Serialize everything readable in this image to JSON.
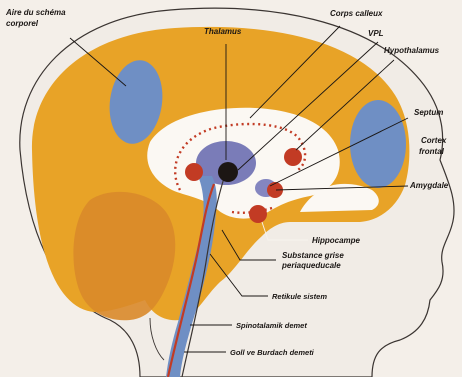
{
  "labels": {
    "aire_schema_l1": "Aire du schéma",
    "aire_schema_l2": "corporel",
    "corps_calleux": "Corps calleux",
    "thalamus": "Thalamus",
    "vpl": "VPL",
    "hypothalamus": "Hypothalamus",
    "septum": "Septum",
    "cortex_frontal_l1": "Cortex",
    "cortex_frontal_l2": "frontal",
    "amygdale": "Amygdale",
    "hippocampe": "Hippocampe",
    "substance_l1": "Substance grise",
    "substance_l2": "periaqueducale",
    "retikule": "Retikule sistem",
    "spinotalamik": "Spinotalamik demet",
    "goll_burdach": "Goll ve Burdach demeti"
  },
  "colors": {
    "background": "#f4efe9",
    "skin": "#f1ece6",
    "cortex": "#e8a327",
    "cortex_deep": "#d98a2a",
    "schema_area": "#6f8fc4",
    "thalamus": "#7a7cb8",
    "red_nuclei": "#c23b24",
    "white_matter": "#fbf8f3",
    "outline": "#3a3431"
  }
}
